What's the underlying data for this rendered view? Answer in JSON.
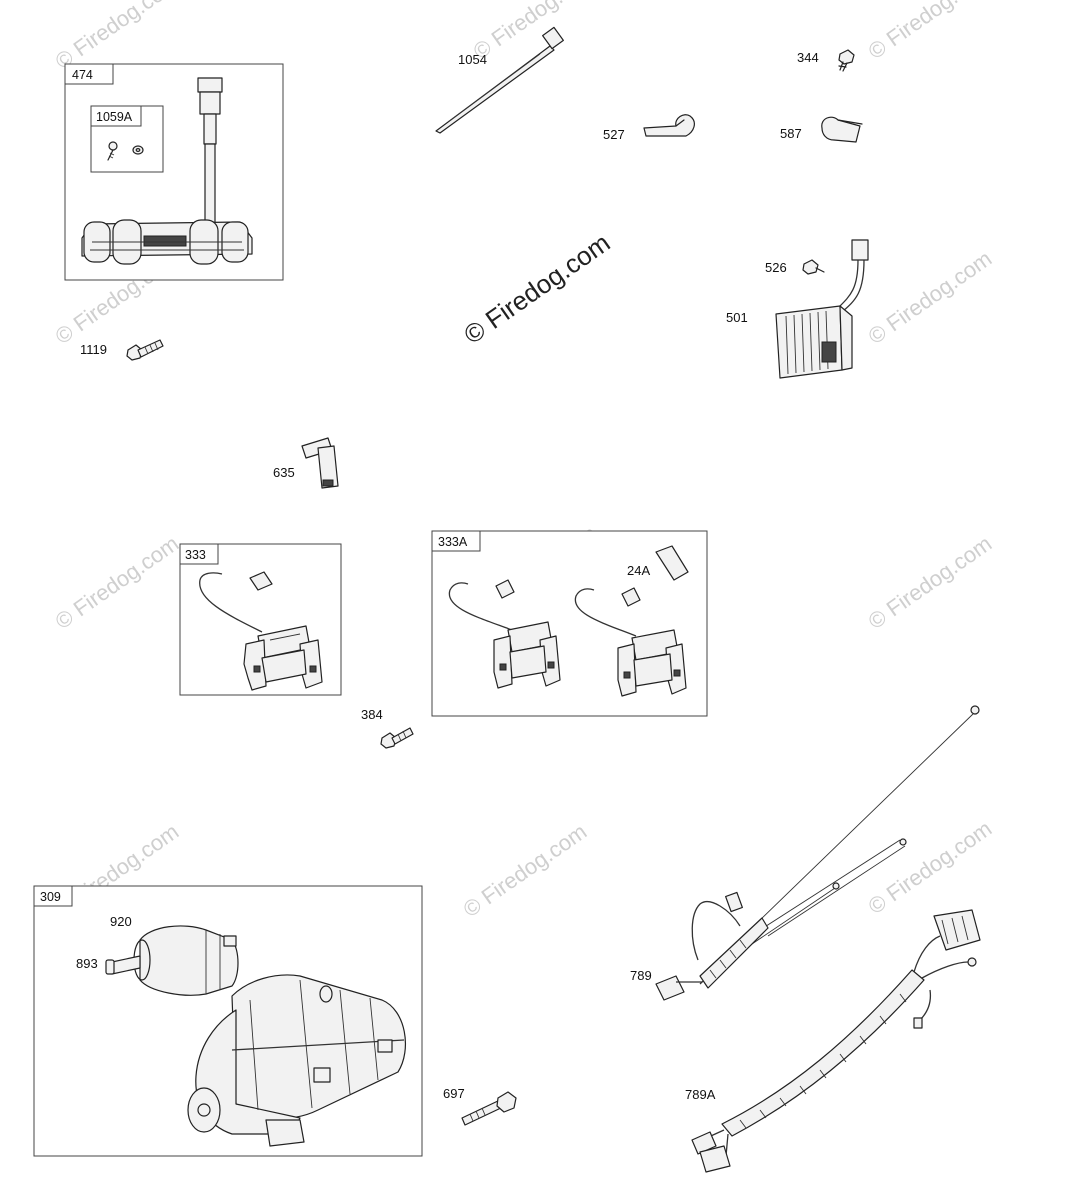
{
  "watermark": {
    "text": "© Firedog.com",
    "main_text": "© Firedog.com",
    "color": "#cfcfcf"
  },
  "boxes": [
    {
      "id": "474"
    },
    {
      "id": "1059A"
    },
    {
      "id": "333"
    },
    {
      "id": "333A"
    },
    {
      "id": "309"
    }
  ],
  "labels": {
    "p474": "474",
    "p1059A": "1059A",
    "p1054": "1054",
    "p344": "344",
    "p527": "527",
    "p587": "587",
    "p1119": "1119",
    "p526": "526",
    "p501": "501",
    "p635": "635",
    "p333": "333",
    "p333A": "333A",
    "p24A": "24A",
    "p384": "384",
    "p309": "309",
    "p920": "920",
    "p893": "893",
    "p697": "697",
    "p789": "789",
    "p789A": "789A"
  }
}
